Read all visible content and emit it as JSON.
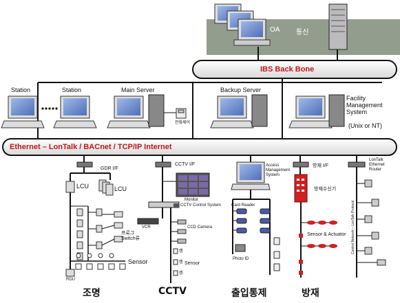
{
  "top": {
    "oa": "OA",
    "comm": "통신",
    "backbone": "IBS Back Bone"
  },
  "servers": {
    "station1": "Station",
    "station2": "Station",
    "main": "Main Server",
    "backup": "Backup Server",
    "facility": "Facility\nManagement\nSystem",
    "unix": "(Unix or NT)",
    "phone": "전화제어"
  },
  "bus": {
    "label": "Ethernet – LonTalk / BACnet / TCP/IP Internet"
  },
  "lighting": {
    "gdr": "GDR I/F",
    "lcu1": "LCU",
    "lcu2": "LCU",
    "program_switch": "프로그\nSwitch류",
    "sensor": "Sensor",
    "rdu": "RDU"
  },
  "cctv": {
    "if": "CCTV I/F",
    "monitor": "Monitor",
    "control": "CCTV Control System",
    "vcr": "VCR",
    "camera": "CCD Camera",
    "cam": [
      "캠",
      "캠",
      "캠"
    ],
    "sensor": "Sensor"
  },
  "access": {
    "system": "Access\nManagement\nSystem",
    "card": "Card Reader",
    "photo": "Photo ID"
  },
  "fire": {
    "if": "방재 I/F",
    "receiver": "방재수신기",
    "sensor": "Sensor & Actuator"
  },
  "lon": {
    "router": "LonTalk\nEthernet\nRouter",
    "vertical": "Control Network – LonTalk Protocol"
  },
  "categories": [
    "조명",
    "CCTV",
    "출입통제",
    "방재"
  ]
}
